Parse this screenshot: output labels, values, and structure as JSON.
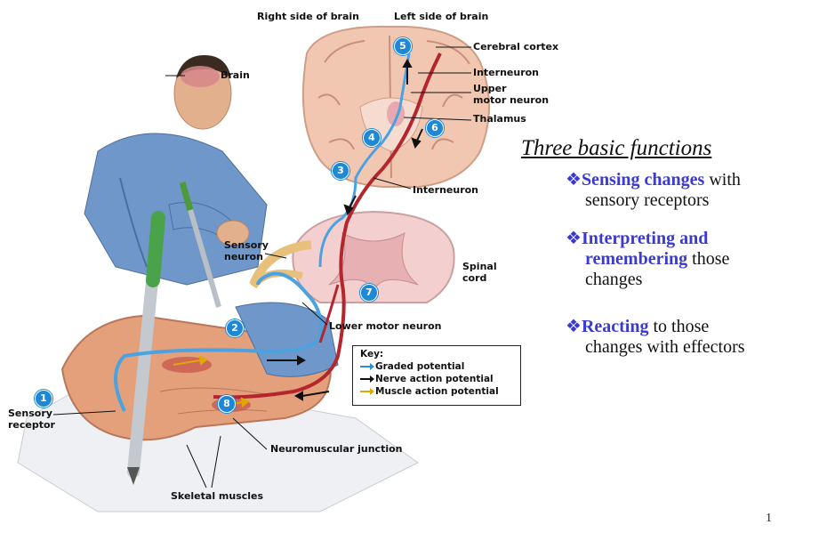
{
  "diagram": {
    "header_right": "Right side of brain",
    "header_left": "Left side of brain",
    "labels": {
      "cerebral_cortex": "Cerebral cortex",
      "interneuron_top": "Interneuron",
      "upper_motor_neuron_1": "Upper",
      "upper_motor_neuron_2": "motor neuron",
      "thalamus": "Thalamus",
      "interneuron_mid": "Interneuron",
      "brain": "Brain",
      "sensory_neuron_1": "Sensory",
      "sensory_neuron_2": "neuron",
      "spinal_cord_1": "Spinal",
      "spinal_cord_2": "cord",
      "lower_motor_neuron": "Lower motor neuron",
      "sensory_receptor_1": "Sensory",
      "sensory_receptor_2": "receptor",
      "neuromuscular_junction": "Neuromuscular junction",
      "skeletal_muscles": "Skeletal muscles"
    },
    "steps": [
      "1",
      "2",
      "3",
      "4",
      "5",
      "6",
      "7",
      "8"
    ],
    "key": {
      "title": "Key:",
      "graded": "Graded potential",
      "nerve": "Nerve action potential",
      "muscle": "Muscle action potential"
    },
    "colors": {
      "graded": "#2a8fd6",
      "nerve": "#111111",
      "muscle": "#e0a800",
      "motor_neuron": "#b3262e",
      "sensory_neuron": "#4aa3e0",
      "spinal_cord": "#f3d0cf",
      "skin": "#e4a07a"
    }
  },
  "panel": {
    "title": "Three basic functions",
    "bullets": [
      {
        "mark": "❖",
        "em": "Sensing changes",
        "rest_1": " with",
        "rest_2": "sensory receptors"
      },
      {
        "mark": "❖",
        "em": "Interpreting and",
        "em_2": "remembering",
        "rest_1": " those",
        "rest_2": "changes"
      },
      {
        "mark": "❖",
        "em": "Reacting",
        "rest_1": " to those",
        "rest_2": "changes with effectors"
      }
    ]
  },
  "page_number": "1"
}
